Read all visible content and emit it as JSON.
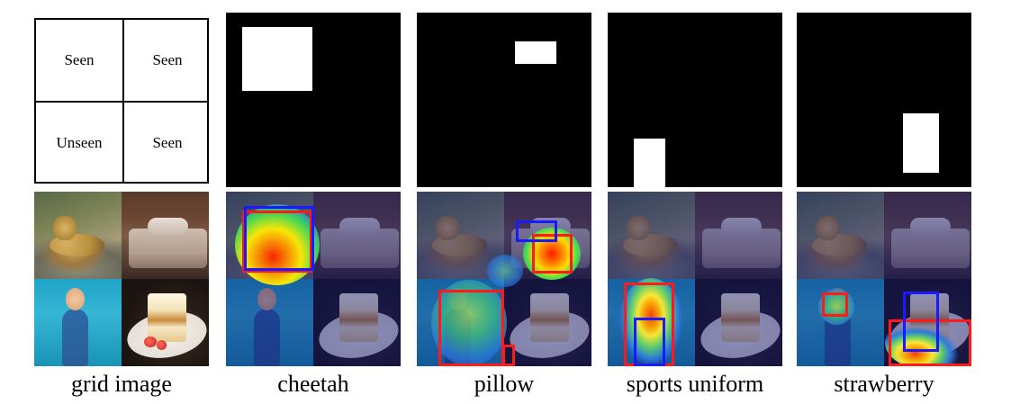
{
  "grid_diagram": {
    "cells": [
      "Seen",
      "Seen",
      "Unseen",
      "Seen"
    ]
  },
  "captions": {
    "grid_image": "grid image",
    "cheetah": "cheetah",
    "pillow": "pillow",
    "sports_uniform": "sports uniform",
    "strawberry": "strawberry"
  },
  "colors": {
    "prediction_box": "#ff1a1a",
    "ground_truth_box": "#1a1aff",
    "mask_background": "#000000",
    "mask_region": "#ffffff"
  }
}
